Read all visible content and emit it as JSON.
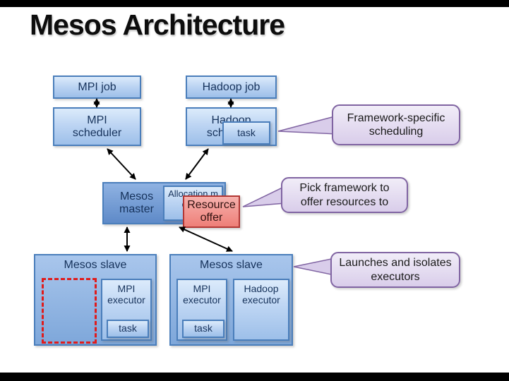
{
  "slide": {
    "title": "Mesos Architecture"
  },
  "nodes": {
    "mpi_job": "MPI job",
    "hadoop_job": "Hadoop job",
    "mpi_scheduler": "MPI scheduler",
    "hadoop_scheduler": "Hadoop scheduler",
    "scheduler_task": "task",
    "mesos_master": "Mesos master",
    "allocation_module": "Allocation module",
    "resource_offer": "Resource offer",
    "left_slave": "Mesos slave",
    "right_slave": "Mesos slave",
    "left_mpi_executor": "MPI executor",
    "left_task": "task",
    "right_mpi_executor": "MPI executor",
    "right_task": "task",
    "hadoop_executor": "Hadoop executor"
  },
  "callouts": [
    {
      "label": "Framework-specific scheduling"
    },
    {
      "label": "Pick framework to offer resources to"
    },
    {
      "label": "Launches and isolates executors"
    }
  ],
  "colors": {
    "box_border": "#4a7ebb",
    "box_fill_top": "#dcebfb",
    "box_fill_bottom": "#9dbfe9",
    "master_fill": "#5e8ac8",
    "offer_fill": "#ee7f78",
    "offer_border": "#b23734",
    "callout_fill": "#d9cdea",
    "callout_border": "#8064a2",
    "dashed_outline": "#e01b1b",
    "arrow": "#000000"
  }
}
